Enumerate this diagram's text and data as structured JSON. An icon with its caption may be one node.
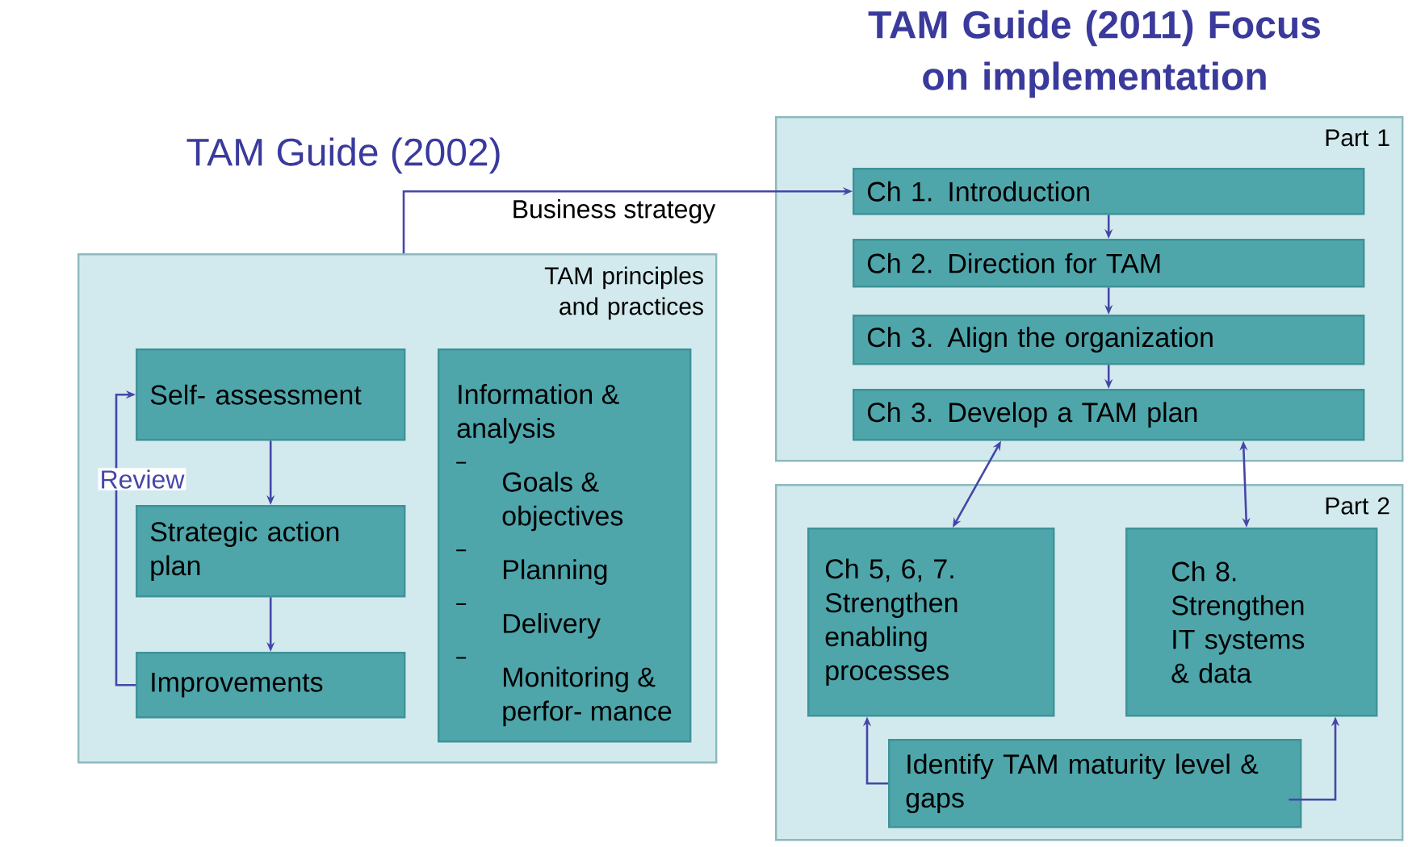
{
  "diagram": {
    "nodes": [
      {
        "text": [
          "TAM principles and practices"
        ]
      },
      {
        "text": [
          "Self- assessment"
        ],
        "in": 0
      },
      {
        "text": [
          "Strategic action plan"
        ],
        "in": 0
      },
      {
        "text": [
          "Improvements"
        ],
        "in": 0
      },
      {
        "text": [
          "Information & analysis",
          "Goals & objectives",
          "Planning",
          "Delivery",
          "Monitoring & perfor- mance"
        ],
        "in": 0
      },
      {
        "text": [
          "Part 1"
        ]
      },
      {
        "text": [
          "Ch 1. Introduction"
        ],
        "in": 5
      },
      {
        "text": [
          "Ch 2. Direction for TAM"
        ],
        "in": 5
      },
      {
        "text": [
          "Ch 3. Align the organization"
        ],
        "in": 5
      },
      {
        "text": [
          "Ch 3. Develop a TAM plan"
        ],
        "in": 5
      },
      {
        "text": [
          "Part 2"
        ]
      },
      {
        "text": [
          "Ch 5, 6, 7. Strengthen enabling processes"
        ],
        "in": 10
      },
      {
        "text": [
          "Ch 8. Strengthen IT systems & data"
        ],
        "in": 10
      },
      {
        "text": [
          "Identify TAM maturity level & gaps"
        ],
        "in": 10
      }
    ],
    "edges": [
      {
        "from": 0,
        "to": 6,
        "arrow": "to",
        "label": "Business strategy"
      },
      {
        "from": 1,
        "to": 2,
        "arrow": "to"
      },
      {
        "from": 2,
        "to": 3,
        "arrow": "to"
      },
      {
        "from": 3,
        "to": 1,
        "arrow": "to",
        "label": "Review"
      },
      {
        "from": 6,
        "to": 7,
        "arrow": "to"
      },
      {
        "from": 7,
        "to": 8,
        "arrow": "to"
      },
      {
        "from": 8,
        "to": 9,
        "arrow": "to"
      },
      {
        "from": 9,
        "to": 11,
        "arrow": "both"
      },
      {
        "from": 9,
        "to": 12,
        "arrow": "both"
      },
      {
        "from": 13,
        "to": 11,
        "arrow": "to"
      },
      {
        "from": 13,
        "to": 12,
        "arrow": "to"
      }
    ],
    "labels": [
      "TAM Guide (2011) Focus on implementation",
      "TAM Guide (2002)"
    ]
  }
}
